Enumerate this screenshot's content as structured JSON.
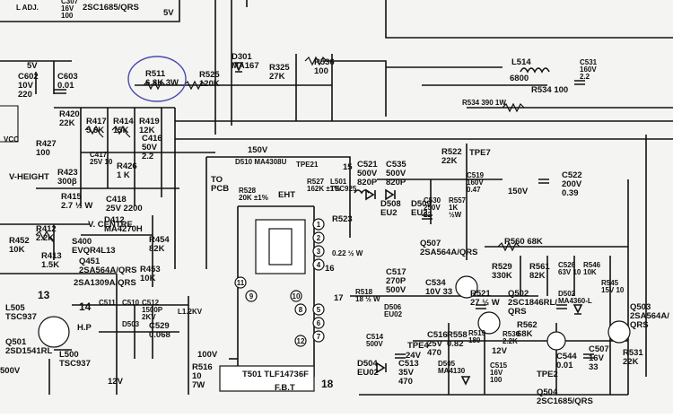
{
  "labels": {
    "l_adj": "L ADJ.",
    "c307": "C307\n16V\n100",
    "q_top": "2SC1685/QRS",
    "v5_top": "5V",
    "d301": "D301\nMA167",
    "r325": "R325\n27K",
    "r536": "R536\n100",
    "r511": "R511\n6.8K 3W",
    "r525": "R525\n120K",
    "v5_left": "5V",
    "c602": "C602\n10V\n220",
    "c603": "C603\n0.01",
    "l514": "L514",
    "l514_val": "6800",
    "r534": "R534 100",
    "c531": "C531\n160V\n2.2",
    "r534_390": "R534 390 1W",
    "r420": "R420\n22K",
    "r417": "R417\n5.6K",
    "r414": "R414\n15K",
    "r419": "R419\n12K",
    "c416": "C416\n50V\n2.2",
    "vcc": "VCC",
    "r427": "R427\n100",
    "c417": "C417\n25V 10",
    "r426": "R426\n1 K",
    "r423": "R423\n300β",
    "v_height": "V-HEIGHT",
    "c418": "C418\n25V 2200",
    "r415": "R415\n2.7 ½ W",
    "v150_a": "150V",
    "d510": "D510 MA4308U",
    "tpe21": "TPE21",
    "n15": "15",
    "c521": "C521\n500V\n820P",
    "c535": "C535\n500V\n820P",
    "r522": "R522\n22K",
    "tpe7": "TPE7",
    "c519": "C519\n160V\n0.47",
    "v150_b": "150V",
    "c522": "C522\n200V\n0.39",
    "to_pcb": "TO\nPCB",
    "r528": "R528\n20K ±1%",
    "eht": "EHT",
    "r527": "R527\n162K ±1%",
    "l501": "L501\nTSC925",
    "d508": "D508\nEU2",
    "d509": "D509\nEU2",
    "c530": "C530\n250V\n22",
    "r557": "R557\n1K\n½W",
    "d412": "D412\nMA4270H",
    "v_centre": "V. CENTRE",
    "r412": "R412\n2.2K",
    "s400": "S400\nEVQR4L13",
    "r452": "R452\n10K",
    "r413": "R413\n1.5K",
    "r454": "R454\n82K",
    "r523": "R523",
    "r523_val": "0.22 ½ W",
    "q507": "Q507\n2SA564A/QRS",
    "r560": "R560 68K",
    "q451": "Q451\n2SA564A/QRS",
    "r453": "R453\n10K",
    "n16": "16",
    "r529": "R529\n330K",
    "r561": "R561\n82K",
    "c526": "C526\n63V 10",
    "r546": "R546\n10K",
    "r545": "R545\n15V 10",
    "q_2sa1309": "2SA1309A/QRS",
    "n13": "13",
    "c517": "C517\n270P\n500V",
    "c534": "C534\n10V 33",
    "q503_lbl": "Q503\n2SA564A/\nQRS",
    "l505": "L505\nTSC937",
    "n14": "14",
    "c511": "C511",
    "c510": "C510",
    "c512": "C512\n1500P\n2KV",
    "r518": "R518\n18 ½ W",
    "n17": "17",
    "d506": "D506\nEU02",
    "r521": "R521\n27 ½ W",
    "q502": "Q502\n2SC1846RL/\nQRS",
    "d502": "D502\nMA4360-L",
    "q501": "Q501\n2SD1541RL",
    "hp": "H.P",
    "d503": "D503",
    "c529": "C529\n0.068",
    "l1": "L1.2KV",
    "c514": "C514\n500V",
    "tpe4": "TPE4",
    "c516": "C516\n25V\n470",
    "r558": "R558\n0.82",
    "r519": "R519\n180",
    "r562": "R562\n68K",
    "r530": "R530\n2.2K",
    "c544": "C544\n0.01",
    "c507": "C507\n16V\n33",
    "r531": "R531\n22K",
    "v12": "12V",
    "l500": "L500\nTSC937",
    "v100": "100V",
    "r516": "R516\n10\n7W",
    "t501": "T501 TLF14736F",
    "fbt": "F.B.T",
    "d504": "D504\nEU02",
    "c513": "C513\n35V\n470",
    "v24": "24V",
    "n18": "18",
    "d505": "D505\nMA4130",
    "c515": "C515\n16V\n100",
    "tpe2": "TPE2",
    "q504": "Q504\n2SC1685/QRS",
    "v500": "500V",
    "v12_b": "12V"
  },
  "pins": [
    "1",
    "2",
    "3",
    "4",
    "5",
    "6",
    "7",
    "8",
    "9",
    "10",
    "11",
    "12"
  ]
}
